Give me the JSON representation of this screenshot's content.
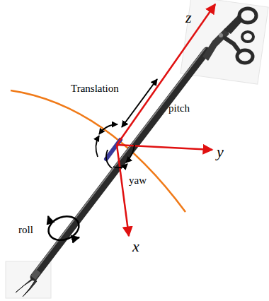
{
  "diagram": {
    "labels": [
      "z",
      "Translation",
      "pitch",
      "y",
      "yaw",
      "roll",
      "x"
    ]
  }
}
